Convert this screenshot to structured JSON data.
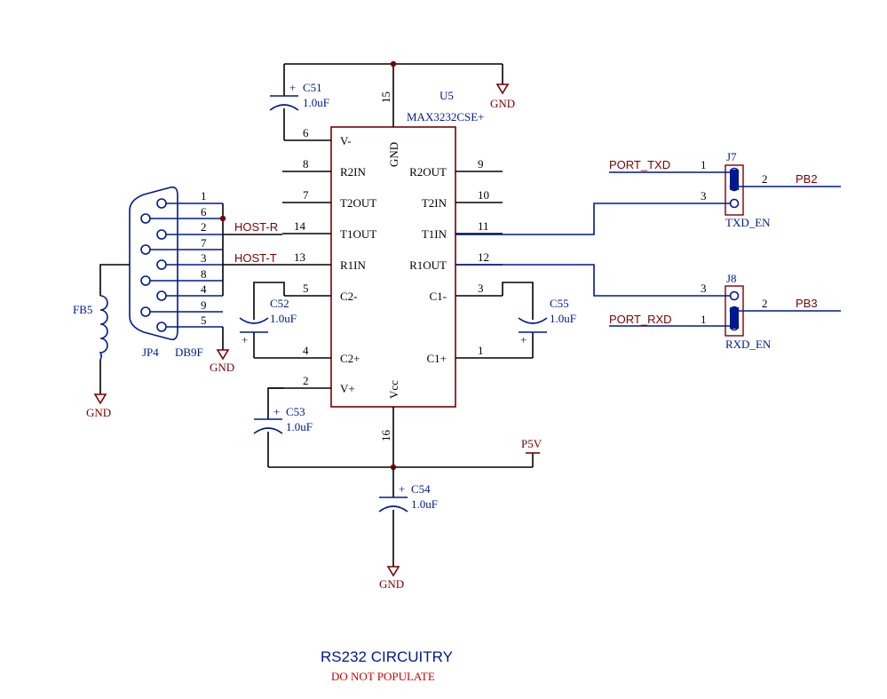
{
  "u5": {
    "ref": "U5",
    "part": "MAX3232CSE+",
    "pins_left": [
      {
        "num": "6",
        "name": "V-"
      },
      {
        "num": "8",
        "name": "R2IN"
      },
      {
        "num": "7",
        "name": "T2OUT"
      },
      {
        "num": "14",
        "name": "T1OUT"
      },
      {
        "num": "13",
        "name": "R1IN"
      },
      {
        "num": "5",
        "name": "C2-"
      },
      {
        "num": "4",
        "name": "C2+"
      },
      {
        "num": "2",
        "name": "V+"
      }
    ],
    "pins_right": [
      {
        "num": "9",
        "name": "R2OUT"
      },
      {
        "num": "10",
        "name": "T2IN"
      },
      {
        "num": "11",
        "name": "T1IN"
      },
      {
        "num": "12",
        "name": "R1OUT"
      },
      {
        "num": "3",
        "name": "C1-"
      },
      {
        "num": "1",
        "name": "C1+"
      }
    ],
    "pin_top": {
      "num": "15",
      "name": "GND"
    },
    "pin_bottom": {
      "num": "16",
      "name": "Vcc"
    }
  },
  "capacitors": [
    {
      "ref": "C51",
      "value": "1.0uF"
    },
    {
      "ref": "C52",
      "value": "1.0uF"
    },
    {
      "ref": "C53",
      "value": "1.0uF"
    },
    {
      "ref": "C54",
      "value": "1.0uF"
    },
    {
      "ref": "C55",
      "value": "1.0uF"
    }
  ],
  "plus_sign": "+",
  "connector": {
    "ref": "JP4",
    "part": "DB9F",
    "pins": [
      "1",
      "6",
      "2",
      "7",
      "3",
      "8",
      "4",
      "9",
      "5"
    ]
  },
  "ferrite": {
    "ref": "FB5"
  },
  "jumpers": [
    {
      "ref": "J7",
      "name": "TXD_EN",
      "pins": [
        "1",
        "3",
        "2"
      ]
    },
    {
      "ref": "J8",
      "name": "RXD_EN",
      "pins": [
        "3",
        "1",
        "2"
      ]
    }
  ],
  "nets": {
    "host_r": "HOST-R",
    "host_t": "HOST-T",
    "port_txd": "PORT_TXD",
    "port_rxd": "PORT_RXD",
    "pb2": "PB2",
    "pb3": "PB3",
    "gnd": "GND",
    "p5v": "P5V"
  },
  "title": "RS232 CIRCUITRY",
  "note": "DO NOT POPULATE"
}
